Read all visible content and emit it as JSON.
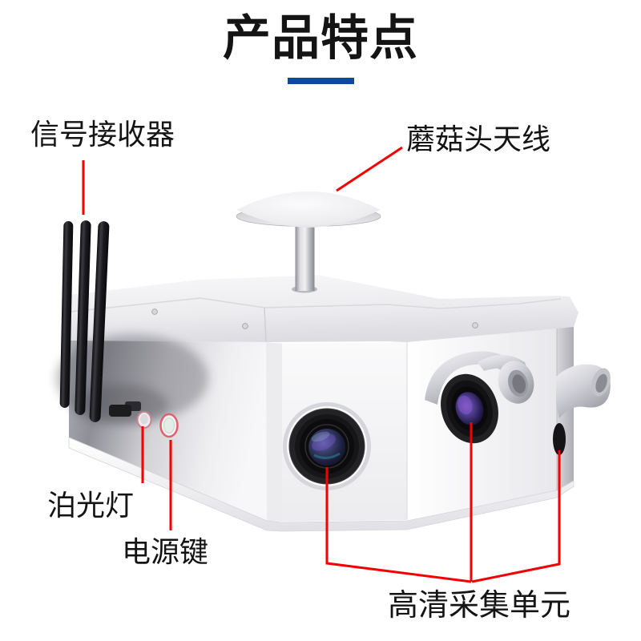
{
  "header": {
    "title": "产品特点"
  },
  "colors": {
    "accent_bar": "#0d4a9b",
    "leader_line": "#f40000",
    "text": "#141414"
  },
  "callouts": {
    "signal_receiver": "信号接收器",
    "mushroom_antenna": "蘑菇头天线",
    "fill_light": "泊光灯",
    "power_key": "电源键",
    "hd_capture_unit": "高清采集单元"
  },
  "device": {
    "antenna_count": 3,
    "camera_count": 3,
    "button_count": 2,
    "screw_count": 3
  }
}
